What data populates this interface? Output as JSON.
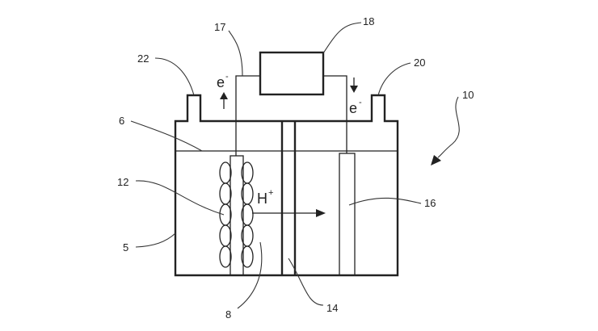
{
  "labels": {
    "n5": "5",
    "n6": "6",
    "n8": "8",
    "n10": "10",
    "n12": "12",
    "n14": "14",
    "n16": "16",
    "n17": "17",
    "n18": "18",
    "n20": "20",
    "n22": "22"
  },
  "symbols": {
    "electron_left": "e",
    "electron_left_charge": "-",
    "electron_right": "e",
    "electron_right_charge": "-",
    "proton": "H",
    "proton_charge": "+"
  },
  "colors": {
    "line": "#222222",
    "background": "#ffffff"
  }
}
